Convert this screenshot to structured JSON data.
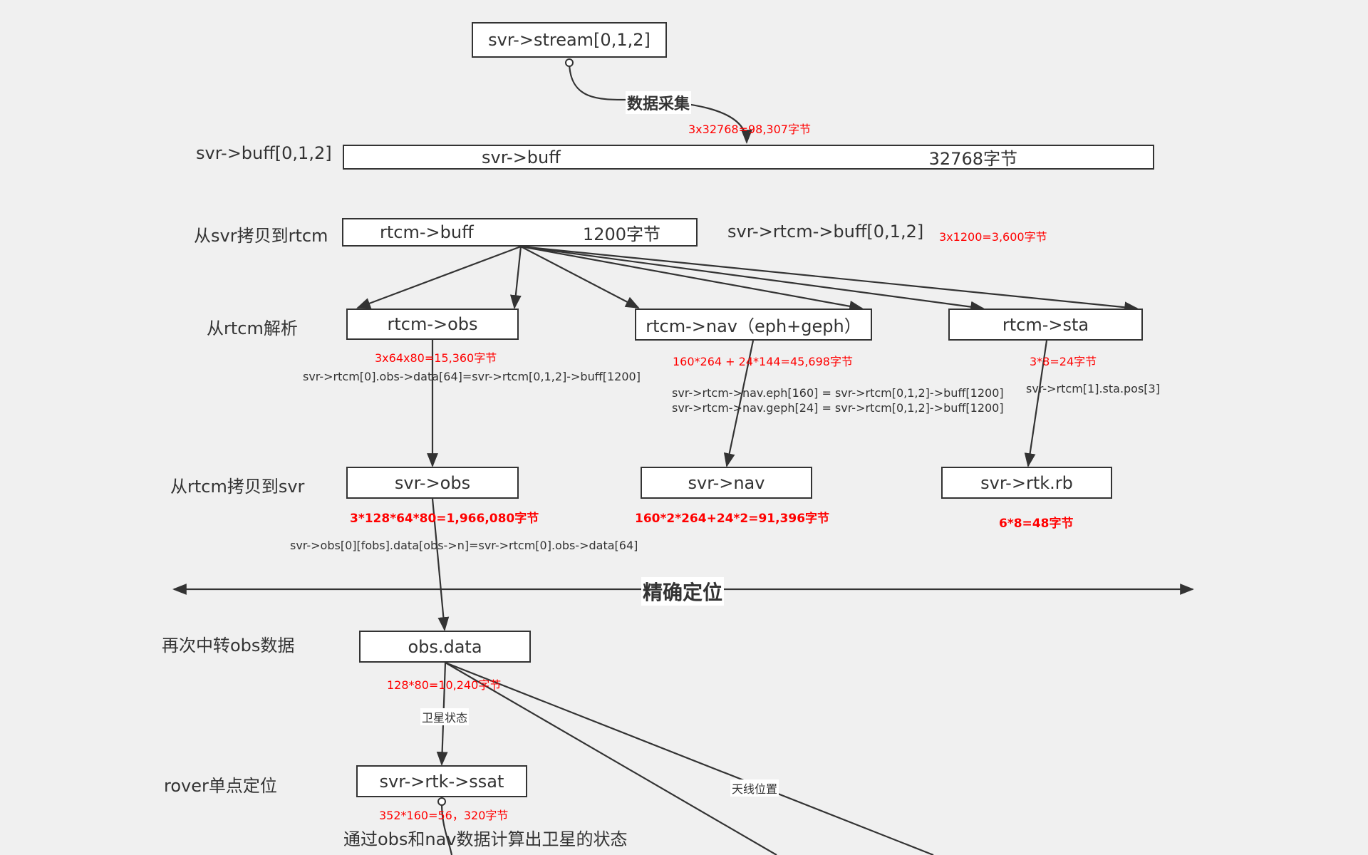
{
  "nodes": {
    "stream": "svr->stream[0,1,2]",
    "svr_buff_left": "svr->buff",
    "svr_buff_right": "32768字节",
    "rtcm_buff_left": "rtcm->buff",
    "rtcm_buff_right": "1200字节",
    "rtcm_obs": "rtcm->obs",
    "rtcm_nav": "rtcm->nav（eph+geph）",
    "rtcm_sta": "rtcm->sta",
    "svr_obs": "svr->obs",
    "svr_nav": "svr->nav",
    "svr_rtk_rb": "svr->rtk.rb",
    "obs_data": "obs.data",
    "rtk_ssat": "svr->rtk->ssat"
  },
  "row_labels": {
    "buff": "svr->buff[0,1,2]",
    "copy_rtcm": "从svr拷贝到rtcm",
    "parse": "从rtcm解析",
    "copy_svr": "从rtcm拷贝到svr",
    "relay": "再次中转obs数据",
    "rover": "rover单点定位"
  },
  "edge_labels": {
    "collect": "数据采集",
    "precise": "精确定位",
    "sat_state": "卫星状态",
    "antenna": "天线位置"
  },
  "annotations": {
    "stream_size": "3x32768=98,307字节",
    "rtcm_buff_name": "svr->rtcm->buff[0,1,2]",
    "rtcm_buff_size": "3x1200=3,600字节",
    "rtcm_obs_size": "3x64x80=15,360字节",
    "rtcm_obs_code": "svr->rtcm[0].obs->data[64]=svr->rtcm[0,1,2]->buff[1200]",
    "rtcm_nav_size": "160*264 + 24*144=45,698字节",
    "rtcm_nav_code1": "svr->rtcm->nav.eph[160] = svr->rtcm[0,1,2]->buff[1200]",
    "rtcm_nav_code2": "svr->rtcm->nav.geph[24] = svr->rtcm[0,1,2]->buff[1200]",
    "rtcm_sta_size": "3*8=24字节",
    "rtcm_sta_code": "svr->rtcm[1].sta.pos[3]",
    "svr_obs_size": "3*128*64*80=1,966,080字节",
    "svr_nav_size": "160*2*264+24*2=91,396字节",
    "svr_rb_size": "6*8=48字节",
    "svr_obs_code": "svr->obs[0][fobs].data[obs->n]=svr->rtcm[0].obs->data[64]",
    "obs_data_size": "128*80=10,240字节",
    "ssat_size": "352*160=56，320字节",
    "ssat_desc": "通过obs和nav数据计算出卫星的状态"
  },
  "colors": {
    "line": "#333333",
    "annotation": "#ff0000",
    "background": "#f0f0f0"
  }
}
